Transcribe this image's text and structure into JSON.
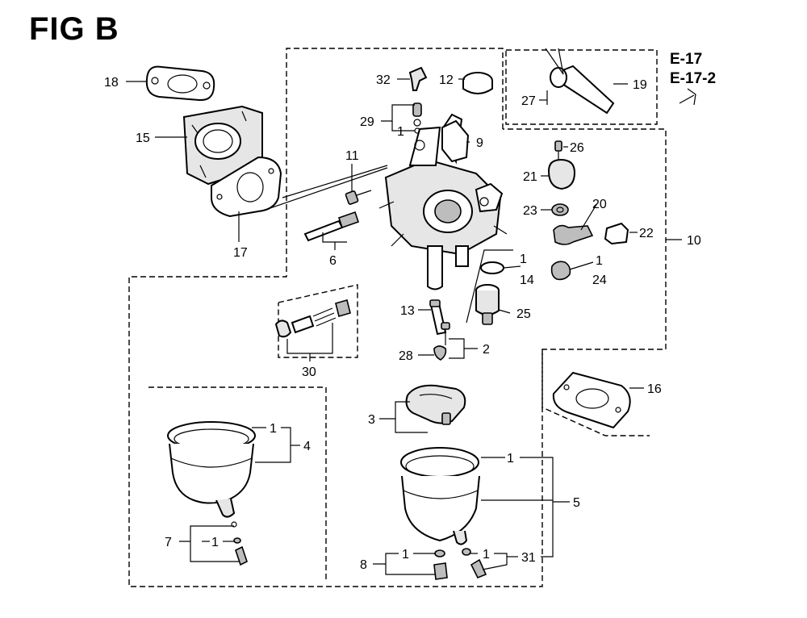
{
  "figure_title": "FIG B",
  "reference_codes": [
    "E-17",
    "E-17-2"
  ],
  "part_labels": [
    "18",
    "15",
    "17",
    "11",
    "6",
    "32",
    "12",
    "29",
    "1",
    "9",
    "27",
    "19",
    "26",
    "21",
    "20",
    "23",
    "22",
    "10",
    "1",
    "14",
    "1",
    "24",
    "25",
    "13",
    "28",
    "2",
    "30",
    "16",
    "3",
    "1",
    "4",
    "1",
    "5",
    "7",
    "1",
    "8",
    "1",
    "1",
    "31"
  ]
}
